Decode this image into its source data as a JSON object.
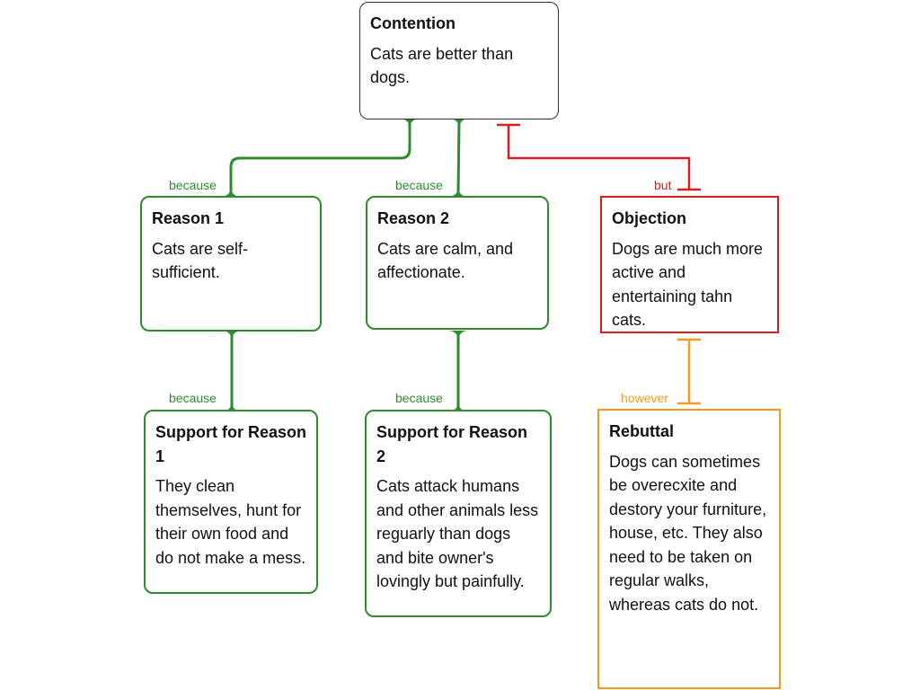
{
  "contention": {
    "title": "Contention",
    "text": "Cats are better than dogs."
  },
  "reason1": {
    "title": "Reason 1",
    "text": "Cats are self-sufficient."
  },
  "reason2": {
    "title": "Reason 2",
    "text": "Cats are calm, and affectionate."
  },
  "objection": {
    "title": "Objection",
    "text": "Dogs are much more active and entertaining tahn cats."
  },
  "support1": {
    "title": "Support for Reason 1",
    "text": "They clean themselves, hunt for their own food and do not make a mess."
  },
  "support2": {
    "title": "Support for Reason 2",
    "text": "Cats attack humans and other animals less reguarly than dogs and bite owner's lovingly but painfully."
  },
  "rebuttal": {
    "title": "Rebuttal",
    "text": "Dogs can sometimes be overecxite and destory your furniture, house, etc. They also need to be taken on regular walks, whereas cats do not."
  },
  "labels": {
    "because_reason1": "because",
    "because_reason2": "because",
    "but_objection": "but",
    "because_support1": "because",
    "because_support2": "because",
    "however_rebuttal": "however"
  },
  "colors": {
    "support": "#2e8b2e",
    "objection": "#e01b1b",
    "rebuttal": "#f39a1e",
    "contention_border": "#333333"
  }
}
